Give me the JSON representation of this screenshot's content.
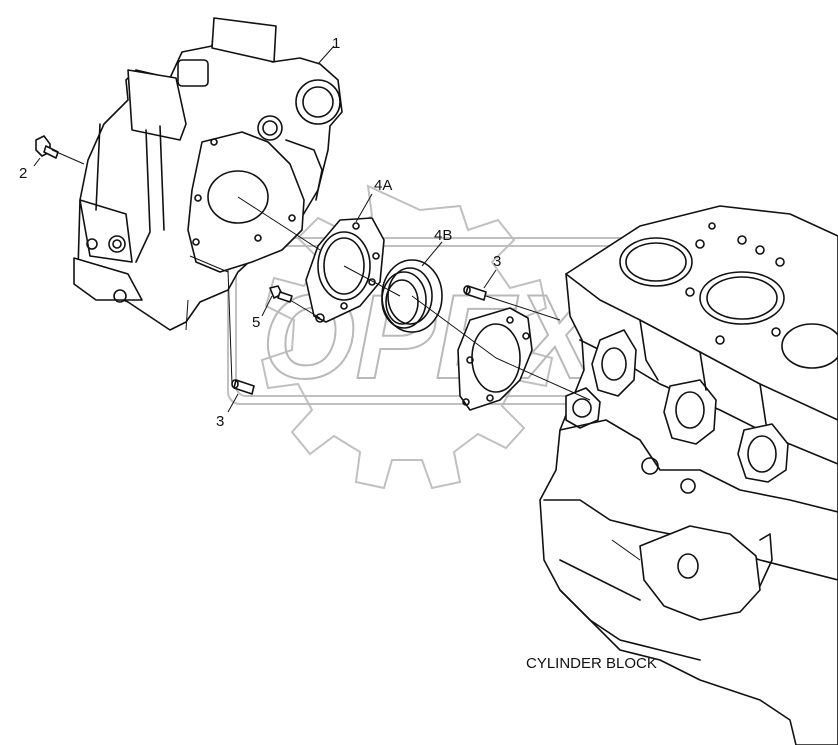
{
  "watermark": {
    "text": "OPEX"
  },
  "callouts": {
    "c1": "1",
    "c2": "2",
    "c3a": "3",
    "c3b": "3",
    "c4a": "4A",
    "c4b": "4B",
    "c5": "5"
  },
  "caption": "CYLINDER BLOCK"
}
